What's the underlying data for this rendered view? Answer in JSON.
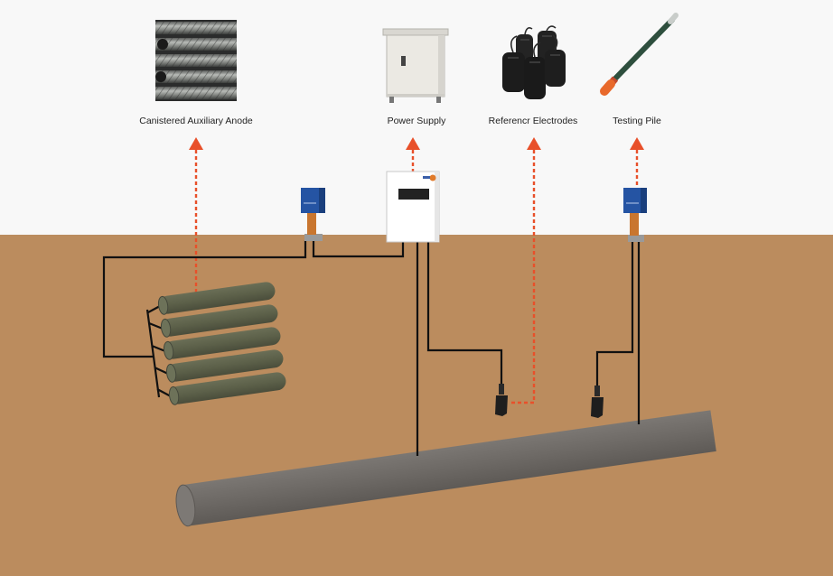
{
  "components": [
    {
      "label": "Canistered Auxiliary Anode",
      "icon": "anode-canister-photo"
    },
    {
      "label": "Power Supply",
      "icon": "power-supply-cabinet-photo"
    },
    {
      "label": "Referencr Electrodes",
      "icon": "reference-electrode-bags-photo"
    },
    {
      "label": "Testing Pile",
      "icon": "testing-pile-rod-photo"
    }
  ],
  "colors": {
    "sky": "#f8f8f8",
    "soil": "#bb8c5e",
    "pointer": "#e8502a",
    "pipe": "#6d6965",
    "anode": "#5c6049",
    "wire": "#111111",
    "junction_box": "#2554a3"
  }
}
